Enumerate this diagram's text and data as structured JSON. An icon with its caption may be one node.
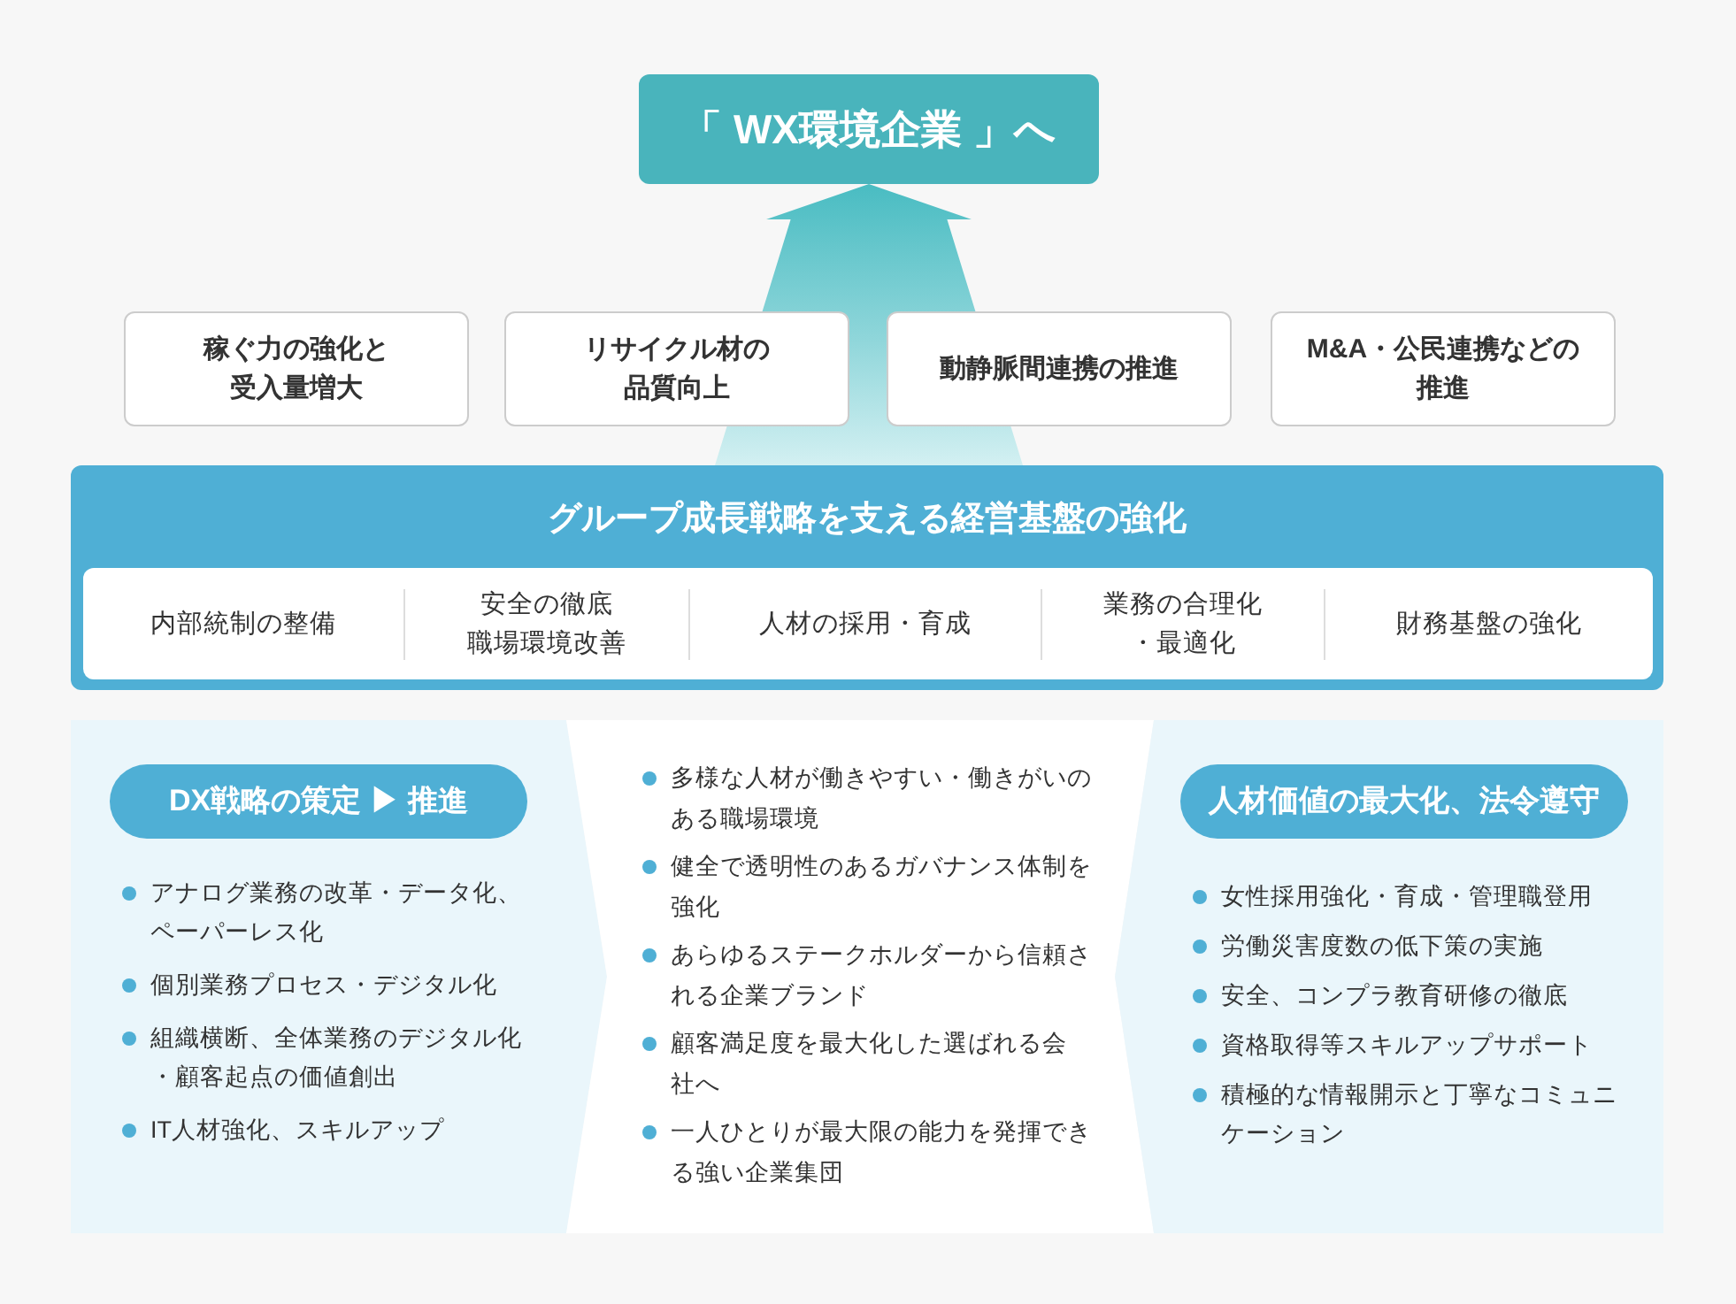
{
  "diagram": {
    "nodes": [
      {
        "text": [
          "「 WX環境企業 」へ"
        ]
      },
      {
        "text": [
          "稼ぐ力の強化と受入量増大"
        ]
      },
      {
        "text": [
          "リサイクル材の品質向上"
        ]
      },
      {
        "text": [
          "動静脈間連携の推進"
        ]
      },
      {
        "text": [
          "M&A・公民連携などの推進"
        ]
      },
      {
        "text": [
          "グループ成長戦略を支える経営基盤の強化"
        ]
      },
      {
        "text": [
          "内部統制の整備",
          "安全の徹底職場環境改善",
          "人材の採用・育成",
          "業務の合理化・最適化",
          "財務基盤の強化"
        ],
        "in": 5
      },
      {
        "text": [
          "アナログ業務の改革・データ化、ペーパーレス化",
          "個別業務プロセス・デジタル化",
          "組織横断、全体業務のデジタル化・顧客起点の価値創出",
          "IT人材強化、スキルアップ"
        ]
      },
      {
        "text": [
          "DX戦略の策定 ▶ 推進"
        ],
        "in": 7
      },
      {
        "text": [
          "多様な人材が働きやすい・働きがいのある職場環境",
          "健全で透明性のあるガバナンス体制を強化",
          "あらゆるステークホルダーから信頼される企業ブランド",
          "顧客満足度を最大化した選ばれる会社へ",
          "一人ひとりが最大限の能力を発揮できる強い企業集団"
        ]
      },
      {
        "text": [
          "女性採用強化・育成・管理職登用",
          "労働災害度数の低下策の実施",
          "安全、コンプラ教育研修の徹底",
          "資格取得等スキルアップサポート",
          "積極的な情報開示と丁寧なコミュニケーション"
        ]
      },
      {
        "text": [
          "人材価値の最大化、法令遵守"
        ],
        "in": 10
      }
    ],
    "edges": [
      {
        "from": 5,
        "to": 0,
        "arrow": "to"
      }
    ]
  }
}
